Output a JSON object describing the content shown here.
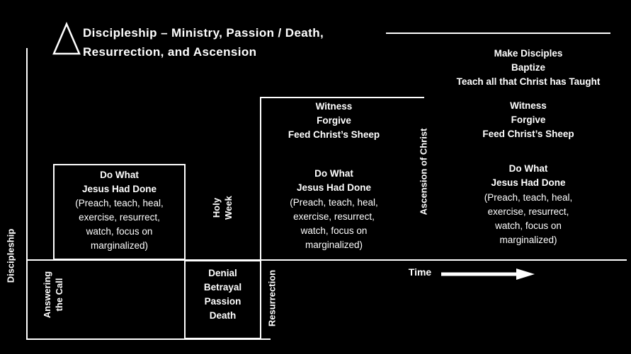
{
  "colors": {
    "background": "#000000",
    "foreground": "#ffffff"
  },
  "title": "Discipleship – Ministry, Passion / Death,\nResurrection, and Ascension",
  "icons": {
    "triangle": "triangle-outline-icon",
    "arrow": "right-arrow-icon"
  },
  "axis": {
    "y_label": "Discipleship",
    "time_label": "Time"
  },
  "phase_labels": {
    "answering": "Answering\nthe Call",
    "holy_week": "Holy\nWeek",
    "resurrection": "Resurrection",
    "ascension": "Ascension of Christ"
  },
  "stage1": {
    "heading": "Do What\nJesus Had Done",
    "detail": "(Preach, teach, heal,\nexercise, resurrect,\nwatch, focus on\nmarginalized)"
  },
  "stage2": {
    "commission": "Witness\nForgive\nFeed Christ’s Sheep",
    "heading": "Do What\nJesus Had Done",
    "detail": "(Preach, teach, heal,\nexercise, resurrect,\nwatch, focus on\nmarginalized)"
  },
  "stage3": {
    "great_commission": "Make Disciples\nBaptize\nTeach all that Christ has Taught",
    "commission": "Witness\nForgive\nFeed Christ’s Sheep",
    "heading": "Do What\nJesus Had Done",
    "detail": "(Preach, teach, heal,\nexercise, resurrect,\nwatch, focus on\nmarginalized)"
  },
  "passion": {
    "events": "Denial\nBetrayal\nPassion\nDeath"
  }
}
